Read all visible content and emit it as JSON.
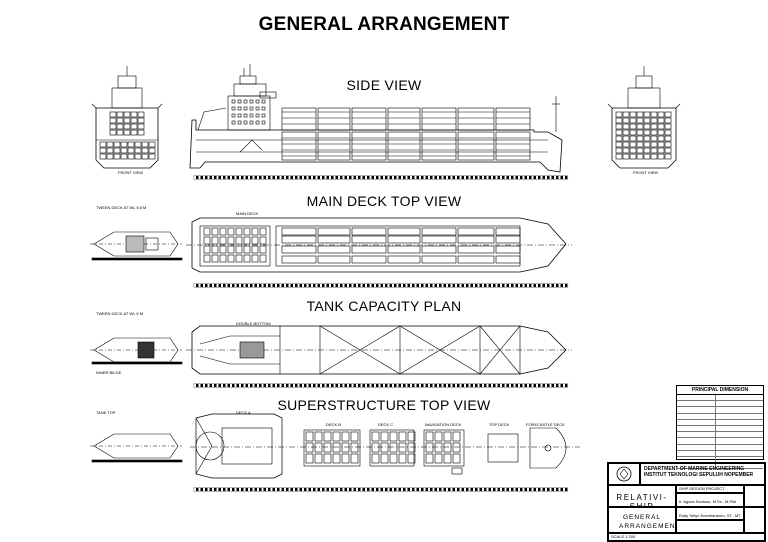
{
  "title": "GENERAL ARRANGEMENT",
  "sections": {
    "side_view": "SIDE VIEW",
    "main_deck": "MAIN DECK TOP VIEW",
    "tank_capacity": "TANK CAPACITY PLAN",
    "superstructure": "SUPERSTRUCTURE TOP VIEW"
  },
  "labels": {
    "front_view_left": "FRONT VIEW",
    "front_view_right": "FRONT VIEW",
    "tween_deck_1": "TWEEN DECK AT WL 9.5 M",
    "main_deck": "MAIN DECK",
    "tween_deck_2": "TWEEN DECK AT WL 5 M",
    "double_bottom": "DOUBLE BOTTOM",
    "inner_bilge": "INNER BILGE",
    "tank_top": "TANK TOP",
    "deck_a": "DECK A",
    "deck_b": "DECK B",
    "deck_c": "DECK C",
    "navigation_deck": "NAVIGATION DECK",
    "top_deck": "TOP DECK",
    "forecastle_deck": "FORECASTLE DECK"
  },
  "principal_dimension": {
    "heading": "PRINCIPAL DIMENSION",
    "rows": [
      {
        "k": "",
        "v": ""
      },
      {
        "k": "",
        "v": ""
      },
      {
        "k": "",
        "v": ""
      },
      {
        "k": "",
        "v": ""
      },
      {
        "k": "",
        "v": ""
      },
      {
        "k": "",
        "v": ""
      },
      {
        "k": "",
        "v": ""
      },
      {
        "k": "",
        "v": ""
      },
      {
        "k": "",
        "v": ""
      },
      {
        "k": "",
        "v": ""
      },
      {
        "k": "",
        "v": ""
      },
      {
        "k": "",
        "v": ""
      }
    ]
  },
  "title_block": {
    "department": "DEPARTMENT OF MARINE ENGINEERING",
    "institute": "INSTITUT TEKNOLOGI SEPULUH NOPEMBER",
    "ship_name": "RELATIVI-SHIP",
    "drawing_name": "GENERAL ARRANGEMENT",
    "checked_by": "Ir. Agoes Santoso, M.Sc., M.Phil",
    "drawn_by": "Eddy Setyo Koenhardono, ST., MT.",
    "doc_number": "SHIP DESIGN PROJECT",
    "scale_note": "SCALE 1:200"
  }
}
